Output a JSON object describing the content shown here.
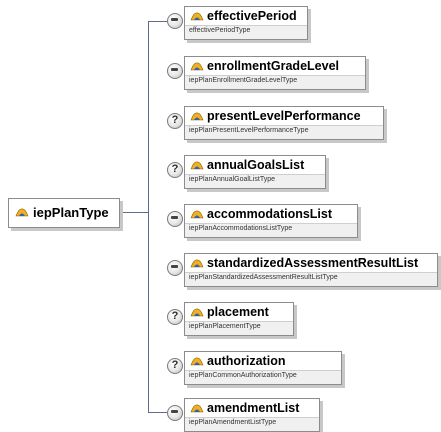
{
  "root": {
    "name": "iepPlanType",
    "icon": "element-icon"
  },
  "children": [
    {
      "name": "effectivePeriod",
      "type": "effectivePeriodType",
      "occurrence": "required",
      "icon": "element-icon"
    },
    {
      "name": "enrollmentGradeLevel",
      "type": "iepPlanEnrollmentGradeLevelType",
      "occurrence": "required",
      "icon": "element-icon"
    },
    {
      "name": "presentLevelPerformance",
      "type": "iepPlanPresentLevelPerformanceType",
      "occurrence": "optional",
      "icon": "element-icon"
    },
    {
      "name": "annualGoalsList",
      "type": "iepPlanAnnualGoalListType",
      "occurrence": "optional",
      "icon": "element-icon"
    },
    {
      "name": "accommodationsList",
      "type": "iepPlanAccommodationsListType",
      "occurrence": "required",
      "icon": "element-icon"
    },
    {
      "name": "standardizedAssessmentResultList",
      "type": "iepPlanStandardizedAssessmentResultListType",
      "occurrence": "required",
      "icon": "element-icon"
    },
    {
      "name": "placement",
      "type": "iepPlanPlacementType",
      "occurrence": "optional",
      "icon": "element-icon"
    },
    {
      "name": "authorization",
      "type": "iepPlanCommonAuthorizationType",
      "occurrence": "optional",
      "icon": "element-icon"
    },
    {
      "name": "amendmentList",
      "type": "iepPlanAmendmentListType",
      "occurrence": "required",
      "icon": "element-icon"
    }
  ]
}
